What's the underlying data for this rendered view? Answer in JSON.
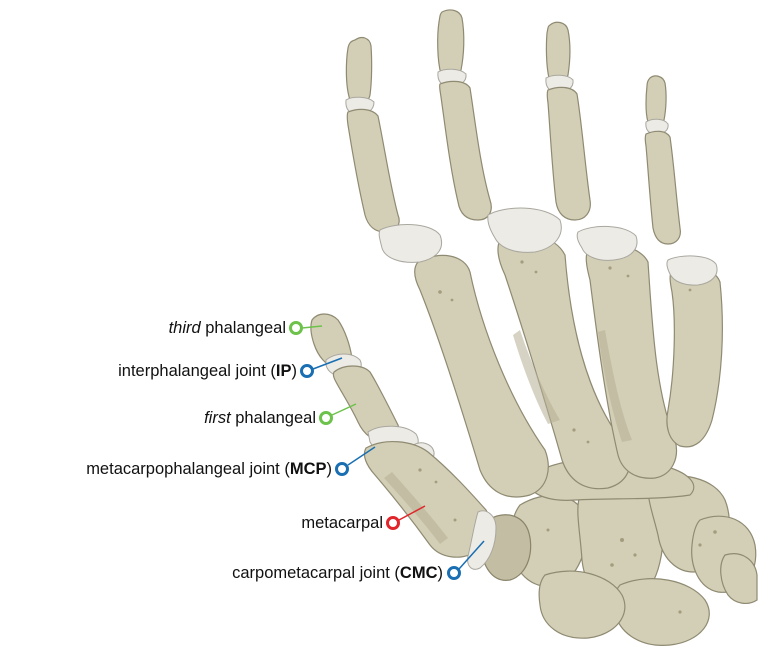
{
  "labels": [
    {
      "id": "third-phalangeal",
      "prefix_italic": "third",
      "text": " phalangeal",
      "abbr": "",
      "suffix": "",
      "marker_color": "#6cc24a",
      "category": "bone"
    },
    {
      "id": "interphalangeal-joint",
      "prefix_italic": "",
      "text": "interphalangeal joint (",
      "abbr": "IP",
      "suffix": ")",
      "marker_color": "#1a6fb3",
      "category": "joint"
    },
    {
      "id": "first-phalangeal",
      "prefix_italic": "first",
      "text": " phalangeal",
      "abbr": "",
      "suffix": "",
      "marker_color": "#6cc24a",
      "category": "bone"
    },
    {
      "id": "metacarpophalangeal-joint",
      "prefix_italic": "",
      "text": "metacarpophalangeal joint (",
      "abbr": "MCP",
      "suffix": ")",
      "marker_color": "#1a6fb3",
      "category": "joint"
    },
    {
      "id": "metacarpal",
      "prefix_italic": "",
      "text": "metacarpal",
      "abbr": "",
      "suffix": "",
      "marker_color": "#e0262a",
      "category": "bone"
    },
    {
      "id": "carpometacarpal-joint",
      "prefix_italic": "",
      "text": "carpometacarpal joint (",
      "abbr": "CMC",
      "suffix": ")",
      "marker_color": "#1a6fb3",
      "category": "joint"
    }
  ],
  "colors": {
    "bone": "#d3cfb6",
    "cartilage": "#ecebe6",
    "phalanx_marker": "#6cc24a",
    "joint_marker": "#1a6fb3",
    "metacarpal_marker": "#e0262a"
  }
}
